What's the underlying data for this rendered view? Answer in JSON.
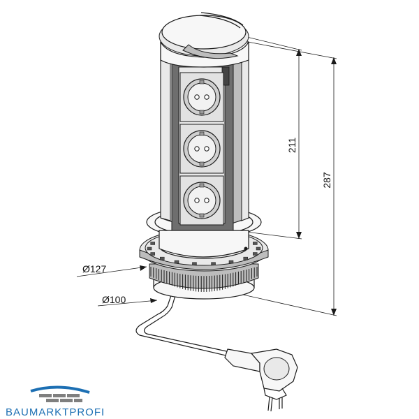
{
  "dimensions": {
    "top_height": "211",
    "total_height": "287",
    "outer_diameter": "Ø127",
    "inner_diameter": "Ø100"
  },
  "product": {
    "socket_count": 3
  },
  "logo": {
    "text": "BAUMARKTPROFI",
    "color": "#1c6fb3"
  }
}
